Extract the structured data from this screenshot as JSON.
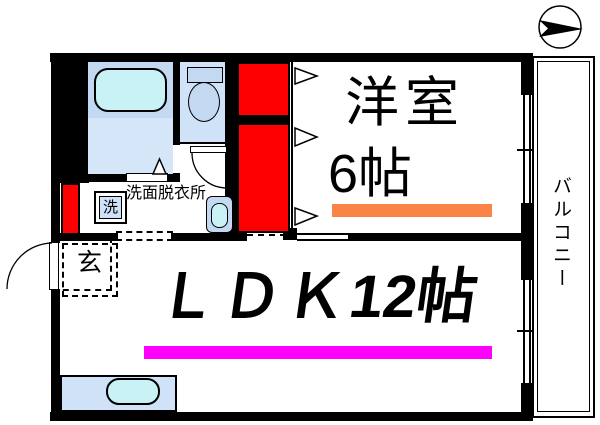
{
  "floor_plan": {
    "compass_icon": "north-arrow-pointing-right",
    "rooms": {
      "western_room": {
        "name": "洋室",
        "size": "6帖"
      },
      "ldk": {
        "name": "ＬＤＫ",
        "size": "12帖"
      },
      "balcony": {
        "name": "バルコニー"
      },
      "washroom": {
        "name": "洗面脱衣所"
      },
      "entrance": {
        "name": "玄"
      },
      "washer": {
        "name": "洗"
      }
    }
  },
  "colors": {
    "wall_black": "#000000",
    "closet_red": "#ff0000",
    "western_underline_orange": "#fa8445",
    "ldk_underline_magenta": "#ff00ff",
    "unit_blue": "#c3d9f2",
    "floor_blue": "#d6e6f9",
    "fixture_blue": "#cfe2f7",
    "water_cyan": "#c9f2f7"
  }
}
